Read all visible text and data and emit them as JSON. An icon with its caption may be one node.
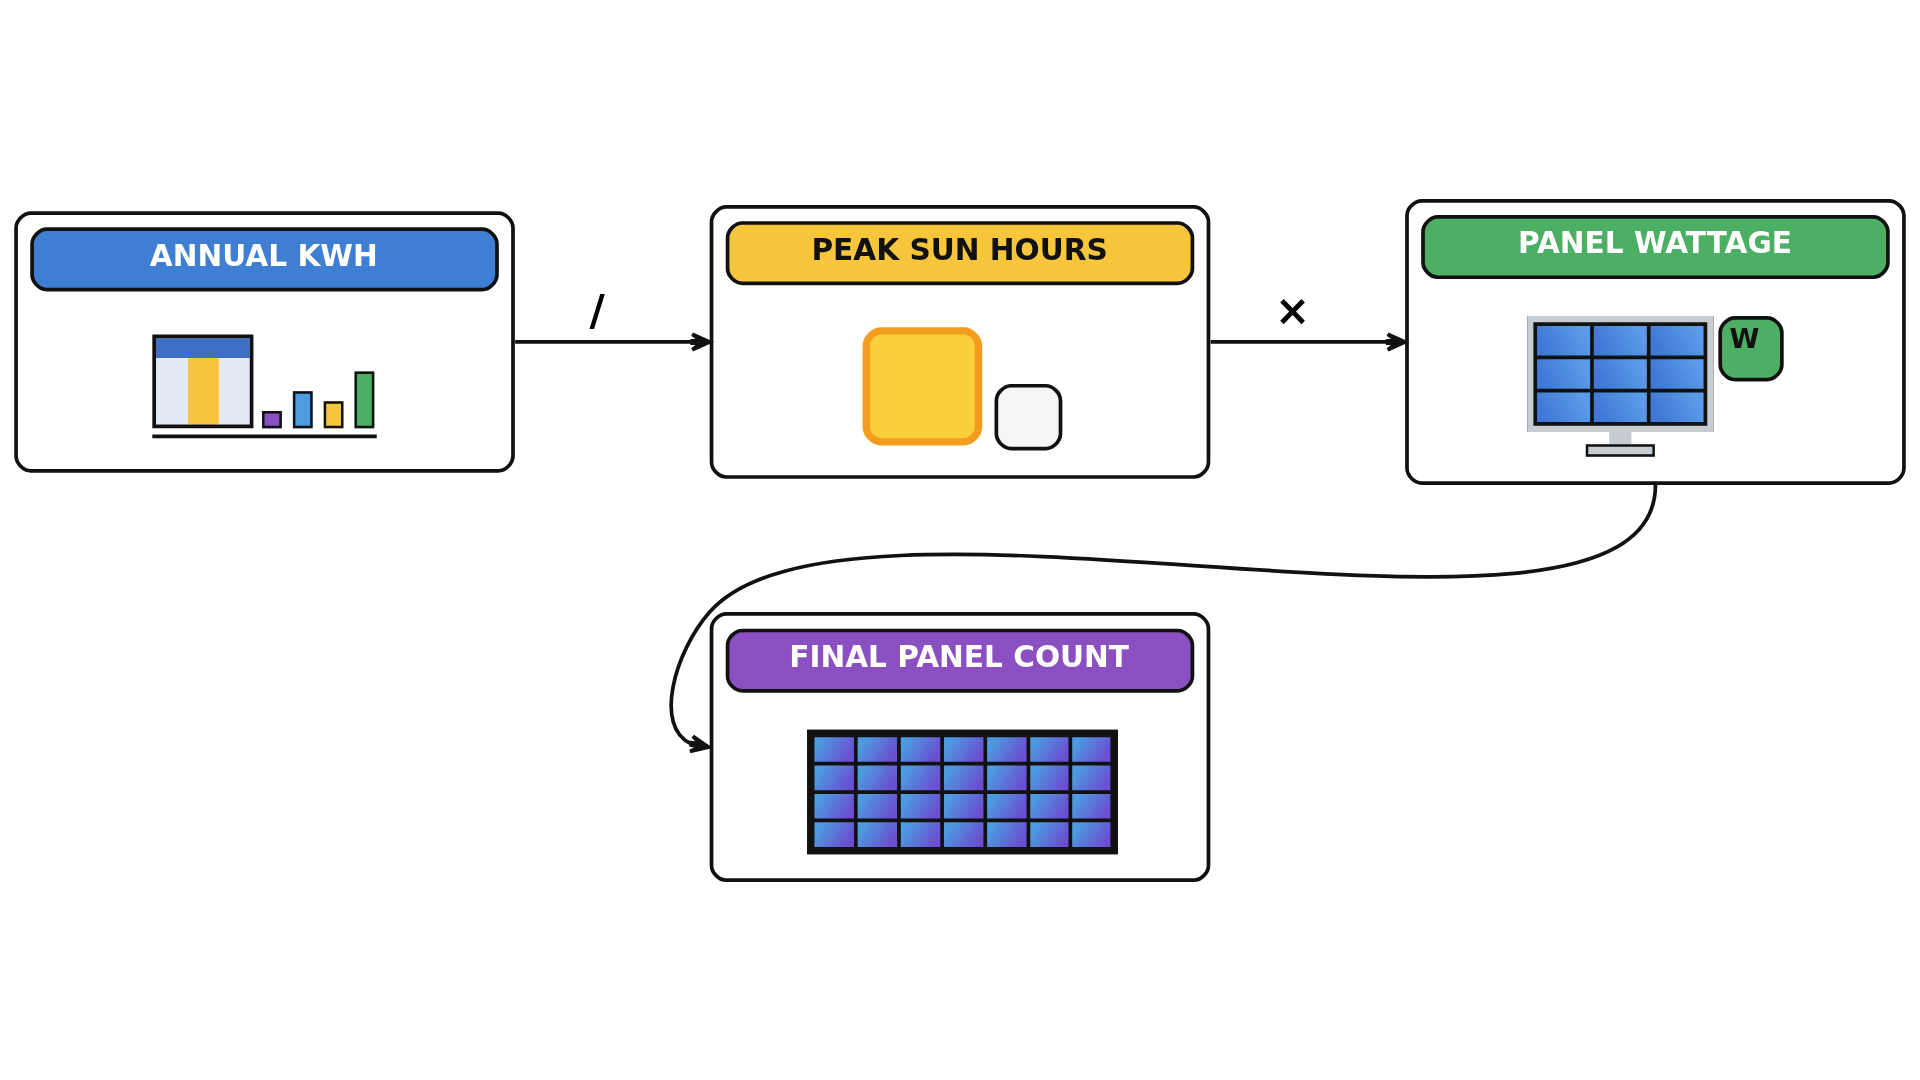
{
  "diagram": {
    "nodes": [
      {
        "text": [
          "ANNUAL KWH"
        ]
      },
      {
        "text": [
          "PEAK SUN HOURS"
        ]
      },
      {
        "text": [
          "PANEL WATTAGE",
          "W"
        ]
      },
      {
        "text": [
          "FINAL PANEL COUNT"
        ]
      }
    ],
    "edges": [
      {
        "from": 0,
        "to": 1,
        "arrow": "to",
        "label": "/"
      },
      {
        "from": 1,
        "to": 2,
        "arrow": "to",
        "label": "×"
      },
      {
        "from": 2,
        "to": 3,
        "arrow": "to"
      }
    ]
  }
}
